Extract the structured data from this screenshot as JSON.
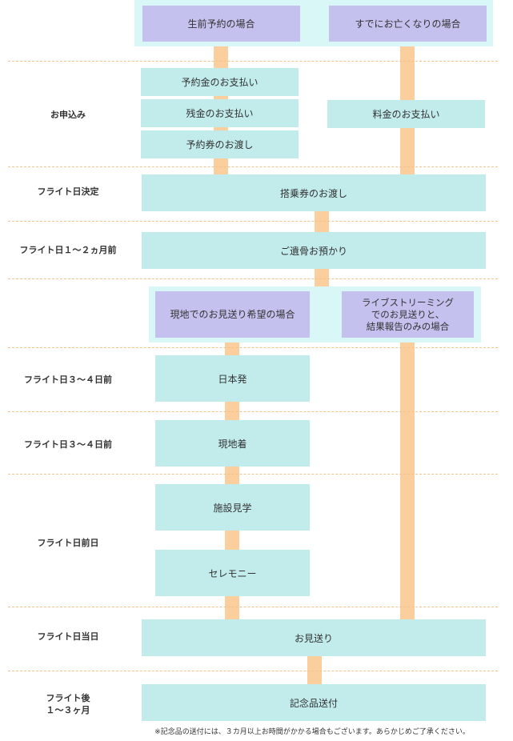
{
  "top_headers": {
    "reservation": "生前予約の場合",
    "deceased": "すでにお亡くなりの場合"
  },
  "rows": {
    "apply": "お申込み",
    "flight_decided": "フライト日決定",
    "one_two_months": "フライト日１～２ヵ月前",
    "three_four_days_a": "フライト日３～４日前",
    "three_four_days_b": "フライト日３～４日前",
    "day_before": "フライト日前日",
    "flight_day": "フライト日当日",
    "after_flight": "フライト後\n１～３ヶ月"
  },
  "steps": {
    "deposit": "予約金のお支払い",
    "balance": "残金のお支払い",
    "voucher": "予約券のお渡し",
    "fee": "料金のお支払い",
    "boarding_pass": "搭乗券のお渡し",
    "remains": "ご遺骨お預かり",
    "depart_japan": "日本発",
    "arrive_local": "現地着",
    "facility_tour": "施設見学",
    "ceremony": "セレモニー",
    "send_off": "お見送り",
    "memorial": "記念品送付"
  },
  "mid_headers": {
    "onsite": "現地でのお見送り希望の場合",
    "streaming": "ライブストリーミング\nでのお見送りと、\n結果報告のみの場合"
  },
  "note": "※記念品の送付には、３カ月以上お時間がかかる場合もございます。あらかじめご了承ください。",
  "colors": {
    "flow_line": "#fbcf9d",
    "header_purple": "#c4c1ef",
    "header_bg": "#d9f7f7",
    "step_box": "#c2ecec",
    "separator": "#f0c38e"
  }
}
